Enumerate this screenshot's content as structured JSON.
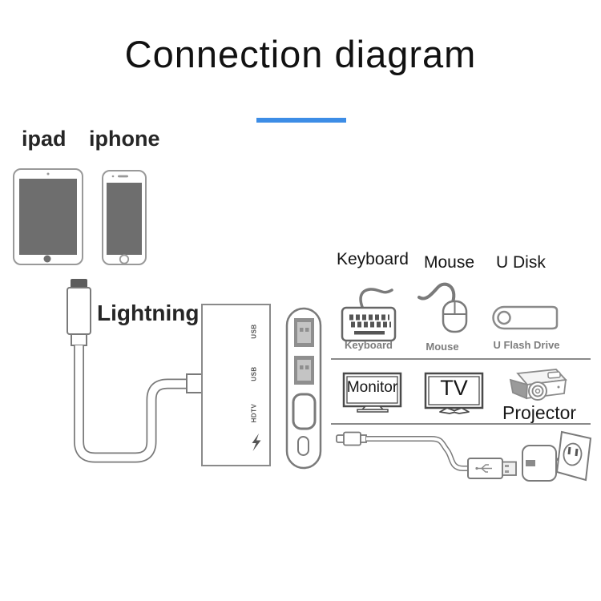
{
  "title": "Connection diagram",
  "accent_bar_color": "#3d8de6",
  "source_devices": {
    "ipad_label": "ipad",
    "iphone_label": "iphone"
  },
  "adapter": {
    "cable_label": "Lightning",
    "port_labels": {
      "usb_top": "USB",
      "usb_mid": "USB",
      "hdtv": "HDTV"
    },
    "power_icon": "lightning-bolt"
  },
  "peripherals": {
    "keyboard": {
      "heading": "Keyboard",
      "caption": "Keyboard"
    },
    "mouse": {
      "heading": "Mouse",
      "caption": "Mouse"
    },
    "u_disk": {
      "heading": "U Disk",
      "caption": "U Flash Drive"
    }
  },
  "displays": {
    "monitor_label": "Monitor",
    "tv_label": "TV",
    "projector_label": "Projector"
  }
}
